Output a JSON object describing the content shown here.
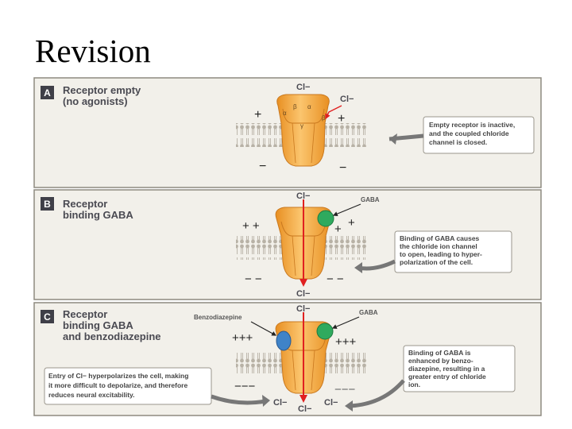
{
  "slide": {
    "title": "Revision"
  },
  "panels": [
    {
      "letter": "A",
      "heading": [
        "Receptor empty",
        "(no agonists)"
      ],
      "ions": [
        "Cl−",
        "Cl−"
      ],
      "subunits": [
        "α",
        "β",
        "α",
        "β",
        "γ"
      ],
      "charges_top_left": "+",
      "charges_top_right": "+",
      "charges_bottom_left": "−",
      "charges_bottom_right": "−",
      "callout": [
        "Empty receptor is inactive,",
        "and the coupled chloride",
        "channel is closed."
      ]
    },
    {
      "letter": "B",
      "heading": [
        "Receptor",
        "binding GABA"
      ],
      "ions": [
        "Cl−",
        "Cl−"
      ],
      "ligand": "GABA",
      "charges_top_left": "+ +",
      "charges_top_right": "+",
      "charges_top_right_outer": "+",
      "charges_bottom_left": "− −",
      "charges_bottom_right": "− −",
      "callout": [
        "Binding of GABA causes",
        "the chloride ion channel",
        "to open, leading to hyper-",
        "polarization of the cell."
      ]
    },
    {
      "letter": "C",
      "heading": [
        "Receptor",
        "binding GABA",
        "and benzodiazepine"
      ],
      "ions": [
        "Cl−",
        "Cl−",
        "Cl−",
        "Cl−"
      ],
      "ligand_gaba": "GABA",
      "ligand_benzo": "Benzodiazepine",
      "charges_top_left": "+++",
      "charges_top_right": "+++",
      "charges_bottom_left": "−−−",
      "charges_bottom_right": "−−−",
      "callout_right": [
        "Binding of GABA is",
        "enhanced by benzo-",
        "diazepine, resulting in a",
        "greater entry of chloride",
        "ion."
      ],
      "callout_left": [
        "Entry of Cl− hyperpolarizes the cell, making",
        "it more difficult to depolarize, and therefore",
        "reduces neural excitability."
      ]
    }
  ],
  "colors": {
    "panel_bg": "#f2f0ea",
    "panel_border": "#8e8a80",
    "protein": "#f5a53c",
    "protein_light": "#fcd08a",
    "protein_dark": "#c9781e",
    "gaba": "#2faa5e",
    "benzo": "#3f83c8",
    "chloride_arrow": "#e02020",
    "heading_text": "#4a4a52",
    "letter_box": "#3f3f48"
  }
}
